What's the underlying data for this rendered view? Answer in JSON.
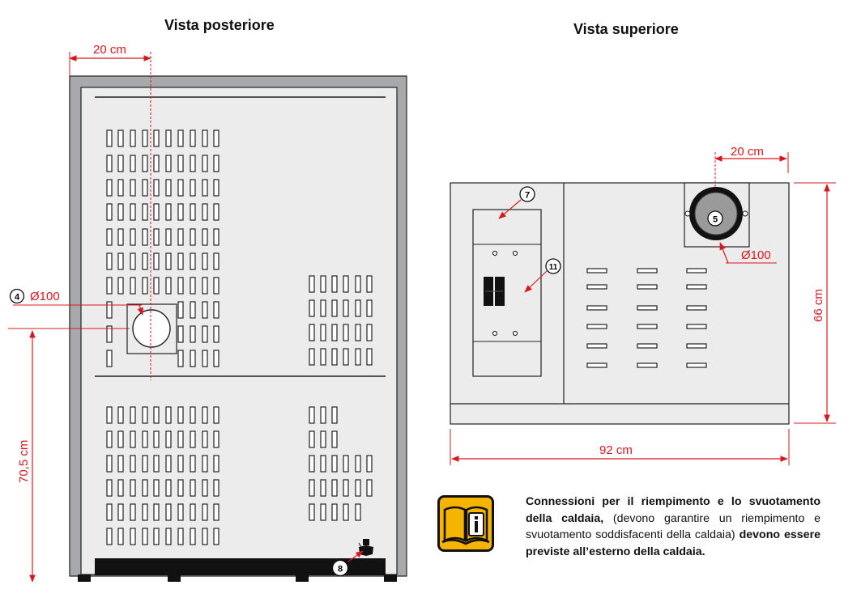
{
  "titles": {
    "rear": "Vista posteriore",
    "top": "Vista superiore"
  },
  "rear_view": {
    "dim_top": "20 cm",
    "dim_side": "70,5 cm",
    "flue_label": "Ø100",
    "callouts": [
      "4",
      "8"
    ]
  },
  "top_view": {
    "dim_top": "20 cm",
    "dim_side": "66 cm",
    "dim_bottom": "92 cm",
    "flue_label": "Ø100",
    "callouts": [
      "5",
      "7",
      "11"
    ]
  },
  "note": {
    "bold_1": "Connessioni per il riempimento e lo svuotamento della caldaia,",
    "normal": " (devono garantire un riempimento e svuotamento soddisfacenti della caldaia) ",
    "bold_2": "devono essere previste all’esterno della caldaia."
  },
  "icon": "manual-info-icon",
  "colors": {
    "dimension": "#d7191f",
    "panel": "#ececec",
    "frame": "#a7a9ac",
    "dark": "#1a1a1a",
    "icon_bg": "#f5b400"
  }
}
